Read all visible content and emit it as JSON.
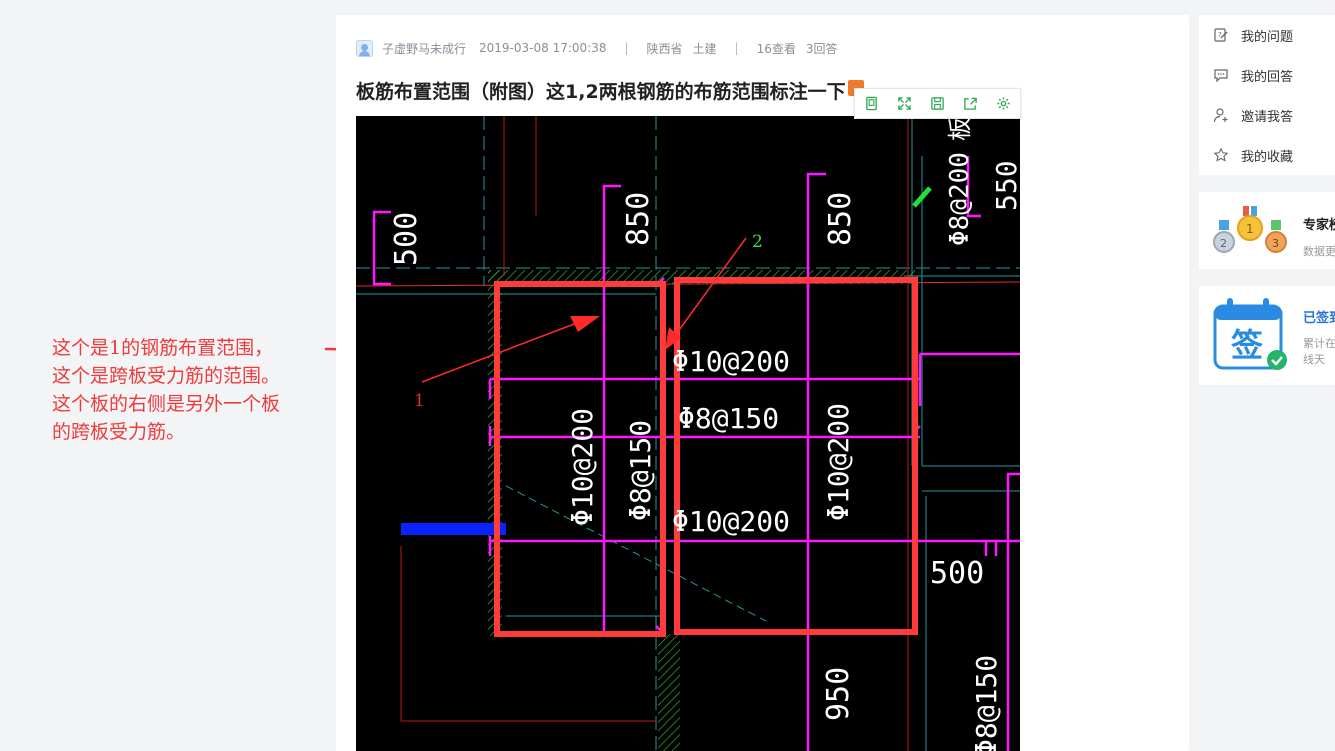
{
  "question": {
    "author": "子虚野马未成行",
    "datetime": "2019-03-08 17:00:38",
    "separator": "|",
    "province": "陕西省",
    "category": "土建",
    "views": "16查看",
    "answers": "3回答",
    "title": "板筋布置范围（附图）这1,2两根钢筋的布筋范围标注一下"
  },
  "annotation": {
    "lines": [
      "这个是1的钢筋布置范围，",
      "这个是跨板受力筋的范围。",
      "这个板的右侧是另外一个板",
      "的跨板受力筋。"
    ]
  },
  "drawing": {
    "dim_500_top": "500",
    "dim_850_left": "850",
    "dim_850_right": "850",
    "dim_550": "550",
    "label_1": "1",
    "label_2": "2",
    "rebar_10_200": "Φ10@200",
    "rebar_8_150": "Φ8@150",
    "rebar_10_200_b": "Φ10@200",
    "rebar_v_10_200_left": "Φ10@200",
    "rebar_v_8_150": "Φ8@150",
    "rebar_v_10_200_right": "Φ10@200",
    "rebar_top_right": "Φ8@200",
    "rebar_top_right_suffix": "板面",
    "dim_500_right": "500",
    "dim_950": "950",
    "rebar_bottom_right": "Φ8@150"
  },
  "sidebar": {
    "menu": [
      "我的问题",
      "我的回答",
      "邀请我答",
      "我的收藏"
    ],
    "expert": {
      "title": "专家榜",
      "subtitle": "数据更新"
    },
    "signin": {
      "title": "已签到",
      "subtitle": "累计在线天",
      "badge": "签"
    }
  },
  "colors": {
    "annotation_red": "#ef3b3b",
    "cad_magenta": "#ff17ff",
    "cad_red": "#ff3b3b",
    "toolbar_green": "#2fa84f",
    "signin_blue": "#2a72d8"
  }
}
